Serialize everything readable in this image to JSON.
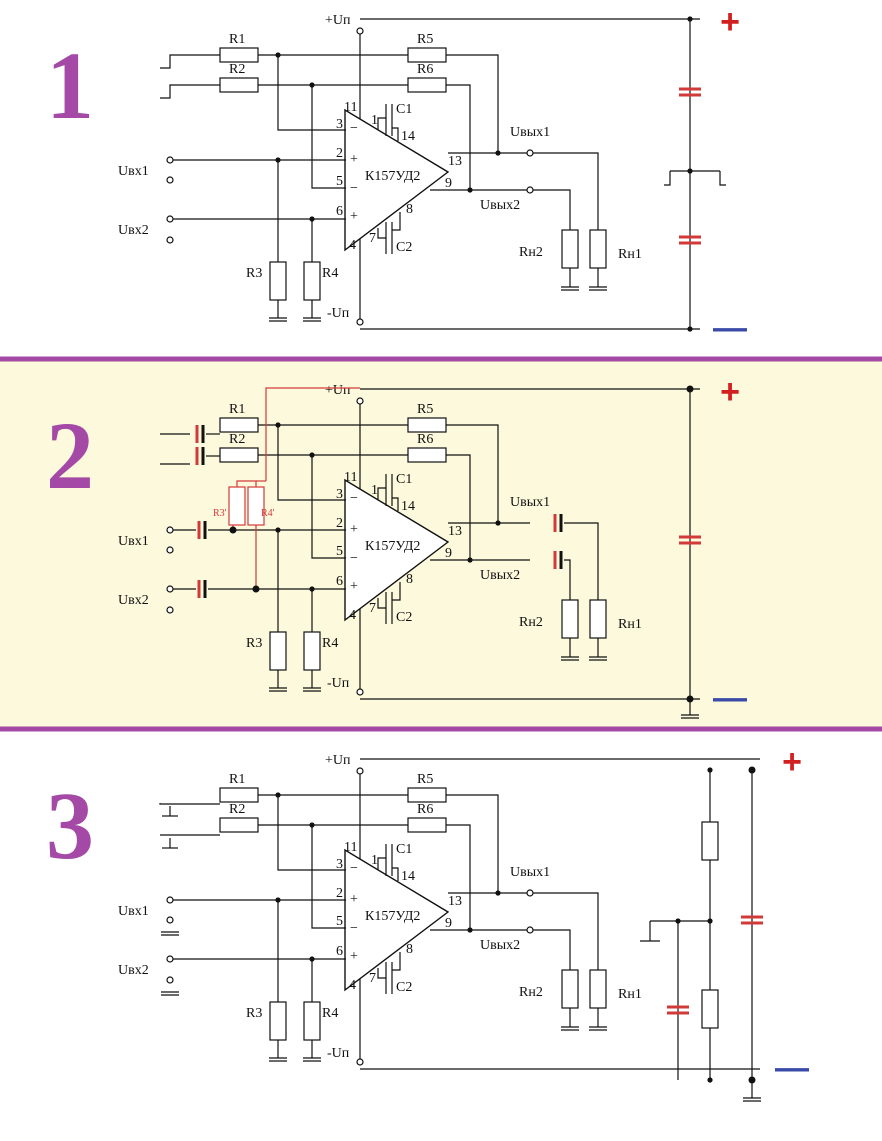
{
  "colors": {
    "positive_rail": "#f08a30",
    "negative_rail": "#3a4aa8",
    "capacitor": "#d23a3a",
    "section_number": "#a44aa6",
    "separator": "#a44aa6",
    "panel2_background": "#fdf9dc",
    "plus_sign": "#d22020",
    "minus_sign": "#3a4aa8"
  },
  "panels": [
    {
      "number": "1",
      "supply_plus_label": "+Uп",
      "supply_minus_label": "-Uп",
      "plus_sign": "+",
      "minus_sign": "—",
      "chip_label": "К157УД2",
      "resistor_labels": {
        "r1": "R1",
        "r2": "R2",
        "r3": "R3",
        "r4": "R4",
        "r5": "R5",
        "r6": "R6",
        "rn1": "Rн1",
        "rn2": "Rн2"
      },
      "cap_labels": {
        "c1": "C1",
        "c2": "C2"
      },
      "input_labels": {
        "in1": "Uвх1",
        "in2": "Uвх2"
      },
      "output_labels": {
        "out1": "Uвых1",
        "out2": "Uвых2"
      },
      "pins": {
        "p11": "11",
        "p3": "3",
        "p2": "2",
        "p5": "5",
        "p6": "6",
        "p4": "4",
        "p1": "1",
        "p14": "14",
        "p13": "13",
        "p9": "9",
        "p8": "8",
        "p7": "7"
      },
      "op_signs": {
        "minus1": "−",
        "plus1": "+",
        "minus2": "−",
        "plus2": "+"
      }
    },
    {
      "number": "2",
      "supply_plus_label": "+Uп",
      "supply_minus_label": "-Uп",
      "plus_sign": "+",
      "minus_sign": "—",
      "chip_label": "К157УД2",
      "resistor_labels": {
        "r1": "R1",
        "r2": "R2",
        "r3": "R3",
        "r4": "R4",
        "r5": "R5",
        "r6": "R6",
        "rn1": "Rн1",
        "rn2": "Rн2"
      },
      "cap_labels": {
        "c1": "C1",
        "c2": "C2"
      },
      "input_labels": {
        "in1": "Uвх1",
        "in2": "Uвх2"
      },
      "output_labels": {
        "out1": "Uвых1",
        "out2": "Uвых2"
      },
      "pins": {
        "p11": "11",
        "p3": "3",
        "p2": "2",
        "p5": "5",
        "p6": "6",
        "p4": "4",
        "p1": "1",
        "p14": "14",
        "p13": "13",
        "p9": "9",
        "p8": "8",
        "p7": "7"
      },
      "op_signs": {
        "minus1": "−",
        "plus1": "+",
        "minus2": "−",
        "plus2": "+"
      },
      "extra_resistor_labels": {
        "r3p": "R3'",
        "r4p": "R4'"
      }
    },
    {
      "number": "3",
      "supply_plus_label": "+Uп",
      "supply_minus_label": "-Uп",
      "plus_sign": "+",
      "minus_sign": "—",
      "chip_label": "К157УД2",
      "resistor_labels": {
        "r1": "R1",
        "r2": "R2",
        "r3": "R3",
        "r4": "R4",
        "r5": "R5",
        "r6": "R6",
        "rn1": "Rн1",
        "rn2": "Rн2"
      },
      "cap_labels": {
        "c1": "C1",
        "c2": "C2"
      },
      "input_labels": {
        "in1": "Uвх1",
        "in2": "Uвх2"
      },
      "output_labels": {
        "out1": "Uвых1",
        "out2": "Uвых2"
      },
      "pins": {
        "p11": "11",
        "p3": "3",
        "p2": "2",
        "p5": "5",
        "p6": "6",
        "p4": "4",
        "p1": "1",
        "p14": "14",
        "p13": "13",
        "p9": "9",
        "p8": "8",
        "p7": "7"
      },
      "op_signs": {
        "minus1": "−",
        "plus1": "+",
        "minus2": "−",
        "plus2": "+"
      }
    }
  ]
}
